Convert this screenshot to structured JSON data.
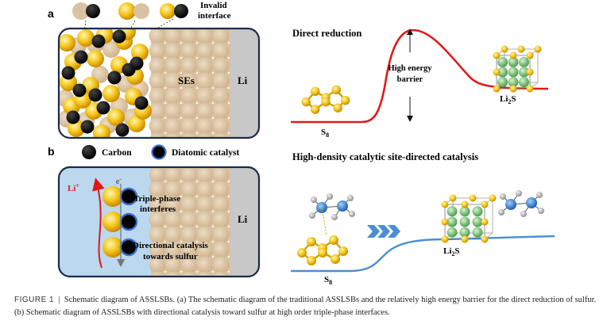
{
  "panel_a": {
    "label": "a",
    "callout": [
      "Invalid",
      "interface"
    ],
    "ses_label": "SEs",
    "li_label": "Li",
    "title": "Direct reduction",
    "barrier": [
      "High energy",
      "barrier"
    ],
    "s8": "S",
    "s8_sub": "8",
    "li2s": "Li",
    "li2s_sub": "2",
    "li2s_tail": "S"
  },
  "legend": {
    "label": "b",
    "carbon": "Carbon",
    "catalyst": "Diatomic catalyst"
  },
  "panel_b": {
    "li_ion": "Li",
    "li_ion_sup": "+",
    "electron": "e",
    "electron_sup": "-",
    "triple": [
      "Triple-phase",
      "interferes"
    ],
    "directional": [
      "Directional catalysis",
      "towards sulfur"
    ],
    "li_label": "Li",
    "title": "High-density catalytic site-directed catalysis",
    "s8": "S",
    "s8_sub": "8",
    "li2s": "Li",
    "li2s_sub": "2",
    "li2s_tail": "S"
  },
  "colors": {
    "sulfur": "#f2c21a",
    "electrolyte": "#d9c2a2",
    "anode": "#c8c8c8",
    "frame": "#1b2b4b",
    "curve_a": "#e21a1a",
    "curve_b": "#4a8fd4",
    "panel_b_bg": "#bcd8ef"
  },
  "caption": {
    "fig_label": "FIGURE 1",
    "text": "Schematic diagram of ASSLSBs. (a) The schematic diagram of the traditional ASSLSBs and the relatively high energy barrier for the direct reduction of sulfur. (b) Schematic diagram of ASSLSBs with directional catalysis toward sulfur at high order triple-phase interfaces."
  }
}
